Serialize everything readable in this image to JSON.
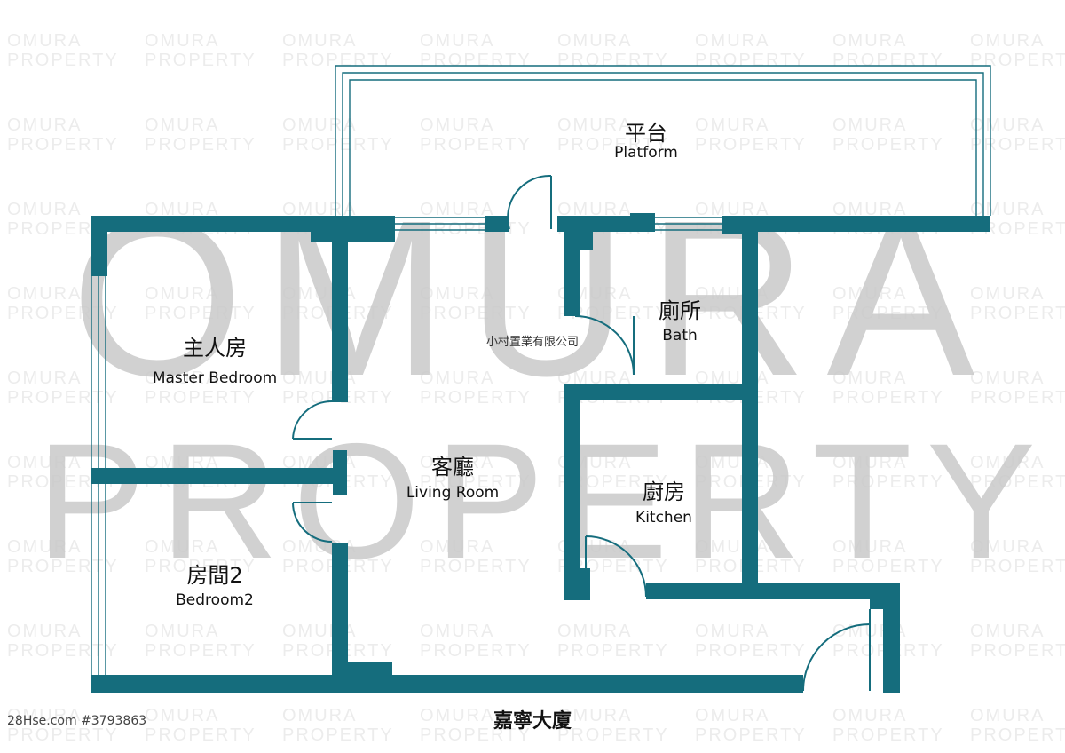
{
  "watermark": {
    "line1": "OMURA",
    "line2": "PROPERTY",
    "small_line1": "OMURA",
    "small_line2": "PROPERTY"
  },
  "rooms": {
    "platform_zh": "平台",
    "platform_en": "Platform",
    "bath_zh": "廁所",
    "bath_en": "Bath",
    "master_zh": "主人房",
    "master_en": "Master Bedroom",
    "living_zh": "客廳",
    "living_en": "Living Room",
    "kitchen_zh": "廚房",
    "kitchen_en": "Kitchen",
    "bedroom2_zh": "房間2",
    "bedroom2_en": "Bedroom2"
  },
  "company": "小村置業有限公司",
  "building_name": "嘉寧大廈",
  "listing_credit": "28Hse.com #3793863",
  "colors": {
    "wall": "#156d7d",
    "watermark_big": "#c8c8c8",
    "watermark_small": "#ececec"
  }
}
